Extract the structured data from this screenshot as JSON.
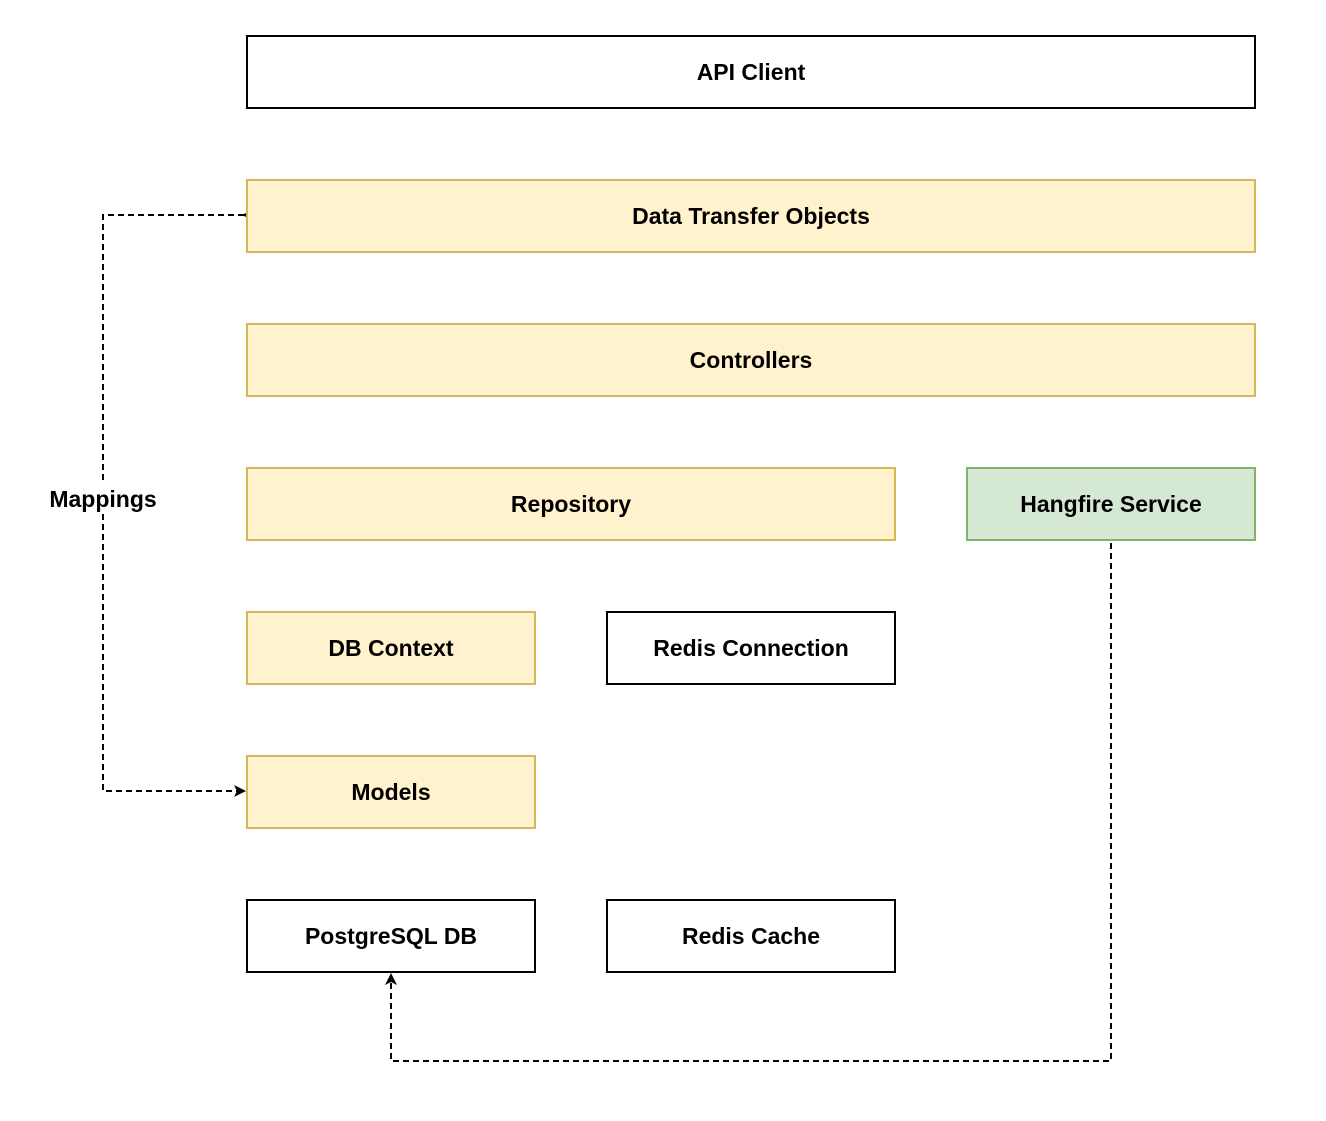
{
  "diagram": {
    "nodes": {
      "api_client": "API Client",
      "dto": "Data Transfer Objects",
      "controllers": "Controllers",
      "repository": "Repository",
      "hangfire": "Hangfire Service",
      "db_context": "DB Context",
      "redis_connection": "Redis Connection",
      "models": "Models",
      "postgres": "PostgreSQL DB",
      "redis_cache": "Redis Cache"
    },
    "edges": {
      "mappings_label": "Mappings",
      "mappings_connects": [
        "Data Transfer Objects",
        "Models"
      ],
      "hangfire_connects": [
        "Hangfire Service",
        "PostgreSQL DB"
      ]
    },
    "colors": {
      "yellow_fill": "#fff2cc",
      "yellow_stroke": "#d6b656",
      "green_fill": "#d5e8d4",
      "green_stroke": "#82b366",
      "plain_stroke": "#000000"
    }
  }
}
